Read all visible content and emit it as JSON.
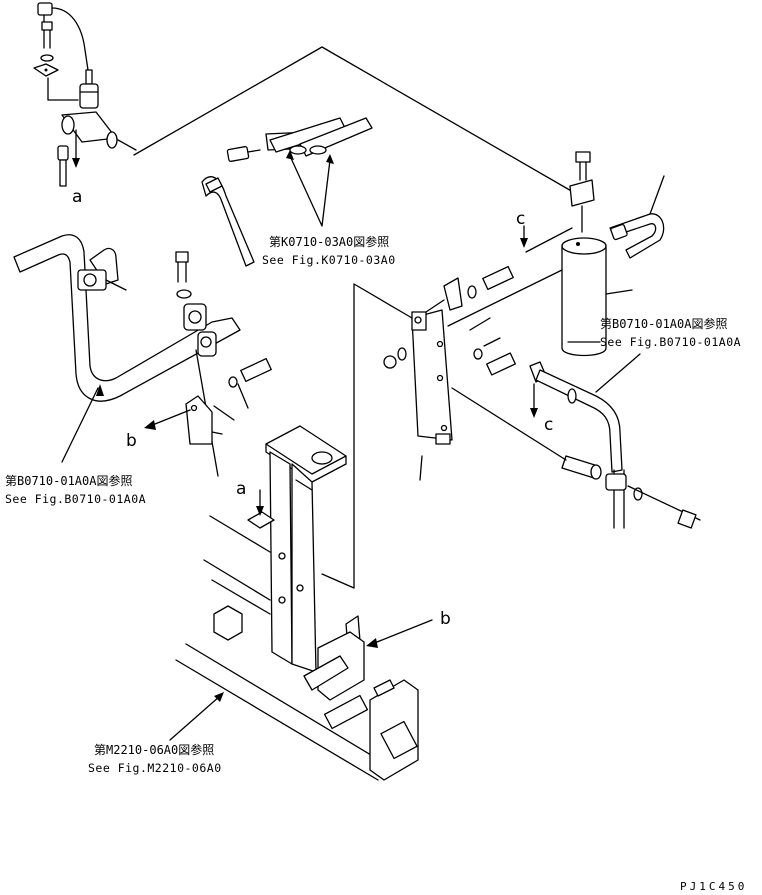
{
  "references": [
    {
      "id": "k0710",
      "jp": "第K0710-03A0図参照",
      "en": "See Fig.K0710-03A0"
    },
    {
      "id": "b0710-right",
      "jp": "第B0710-01A0A図参照",
      "en": "See Fig.B0710-01A0A"
    },
    {
      "id": "b0710-left",
      "jp": "第B0710-01A0A図参照",
      "en": "See Fig.B0710-01A0A"
    },
    {
      "id": "m2210",
      "jp": "第M2210-06A0図参照",
      "en": "See Fig.M2210-06A0"
    }
  ],
  "callouts": {
    "a_top": "a",
    "a_frame": "a",
    "b_left": "b",
    "b_frame": "b",
    "c_top": "c",
    "c_mid": "c"
  },
  "drawing_code": "PJ1C450"
}
